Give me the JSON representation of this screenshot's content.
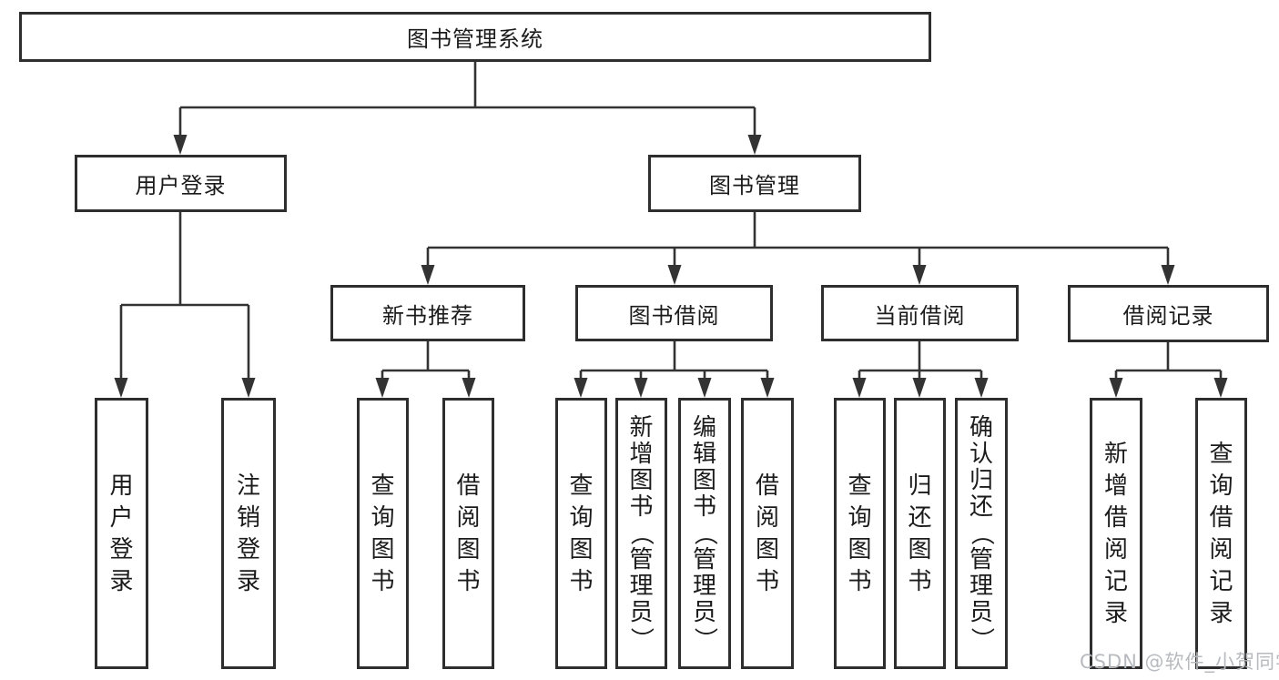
{
  "diagram": {
    "root": {
      "label": "图书管理系统"
    },
    "branches": [
      {
        "label": "用户登录",
        "children": [
          {
            "label": "用户登录"
          },
          {
            "label": "注销登录"
          }
        ]
      },
      {
        "label": "图书管理",
        "groups": [
          {
            "label": "新书推荐",
            "children": [
              {
                "label": "查询图书"
              },
              {
                "label": "借阅图书"
              }
            ]
          },
          {
            "label": "图书借阅",
            "children": [
              {
                "label": "查询图书"
              },
              {
                "label": "新增图书（管理员）"
              },
              {
                "label": "编辑图书（管理员）"
              },
              {
                "label": "借阅图书"
              }
            ]
          },
          {
            "label": "当前借阅",
            "children": [
              {
                "label": "查询图书"
              },
              {
                "label": "归还图书"
              },
              {
                "label": "确认归还（管理员）"
              }
            ]
          },
          {
            "label": "借阅记录",
            "children": [
              {
                "label": "新增借阅记录"
              },
              {
                "label": "查询借阅记录"
              }
            ]
          }
        ]
      }
    ]
  },
  "watermark": {
    "text": "CSDN @软件_小贺同学"
  },
  "colors": {
    "border": "#2e2e2e",
    "line": "#333333",
    "background": "#ffffff",
    "watermark": "#b7babe"
  }
}
